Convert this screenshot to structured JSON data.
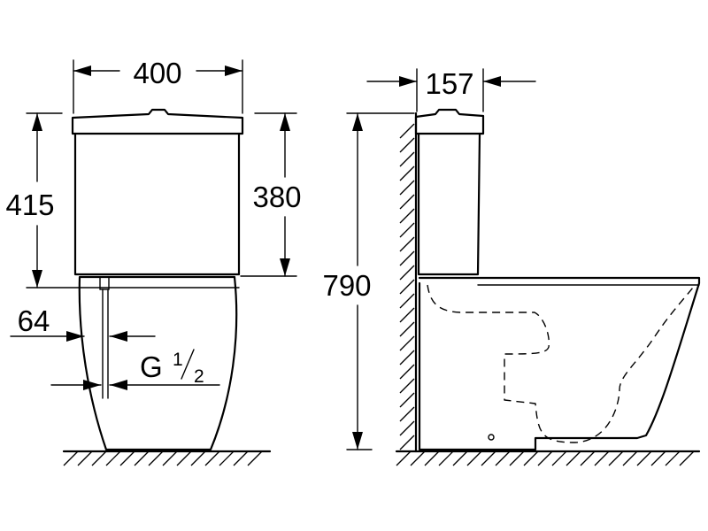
{
  "dimensions": {
    "front_width": "400",
    "front_total_height": "415",
    "tank_height": "380",
    "inlet_offset": "64",
    "inlet_thread": "G",
    "inlet_thread_num": "1",
    "inlet_thread_den": "2",
    "side_tank_depth": "157",
    "side_total_height": "790"
  }
}
